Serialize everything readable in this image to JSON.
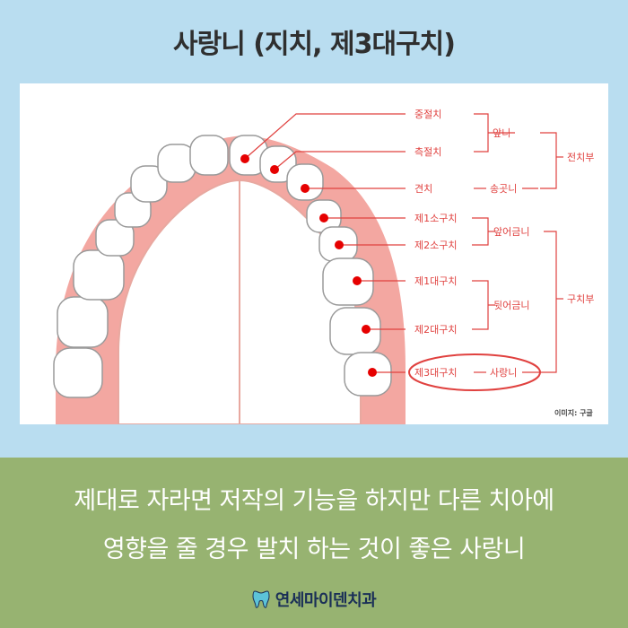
{
  "title": "사랑니 (지치, 제3대구치)",
  "diagram": {
    "labels": {
      "central_incisor": "중절치",
      "lateral_incisor": "측절치",
      "canine": "견치",
      "first_premolar": "제1소구치",
      "second_premolar": "제2소구치",
      "first_molar": "제1대구치",
      "second_molar": "제2대구치",
      "third_molar": "제3대구치"
    },
    "groups": {
      "front_teeth": "앞니",
      "canine_tooth": "송곳니",
      "small_molars": "앞어금니",
      "large_molars": "뒷어금니",
      "wisdom_tooth": "사랑니",
      "anterior": "전치부",
      "posterior": "구치부"
    },
    "credit": "이미지: 구글",
    "colors": {
      "accent": "#e0413f",
      "gum": "#f3a7a1",
      "tooth": "#ffffff"
    }
  },
  "caption": {
    "line1": "제대로 자라면 저작의 기능을 하지만 다른 치아에",
    "line2": "영향을 줄 경우 발치 하는 것이 좋은 사랑니"
  },
  "brand": {
    "name": "연세마이덴치과",
    "icon": "tooth-icon"
  }
}
